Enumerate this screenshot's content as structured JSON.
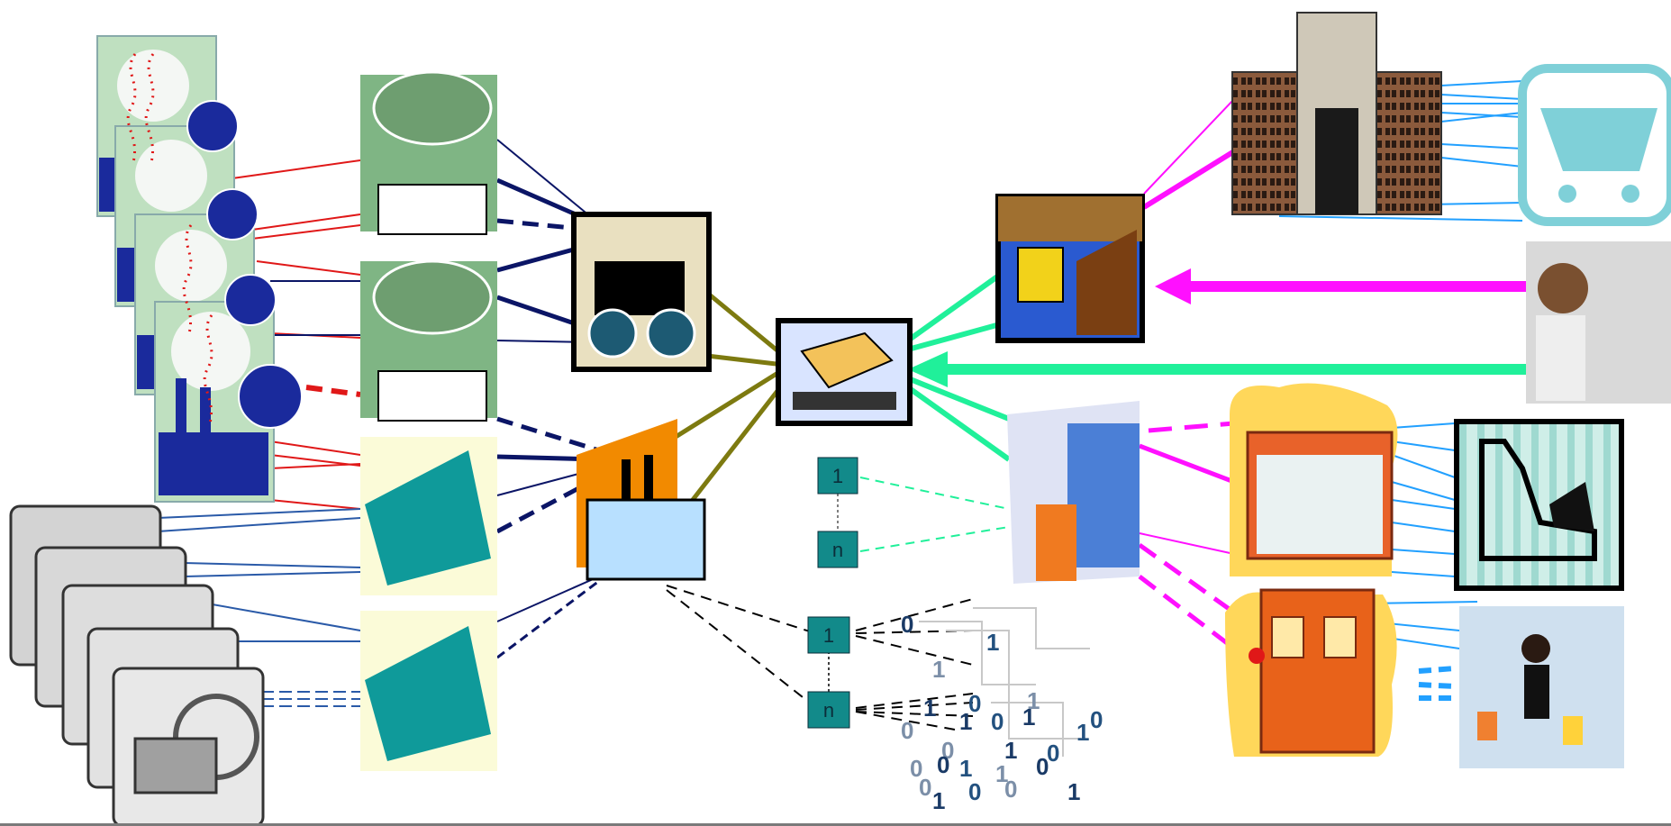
{
  "corner_text": "",
  "cardinality_top": {
    "one": "1",
    "many": "n"
  },
  "cardinality_bottom": {
    "one": "1",
    "many": "n"
  },
  "digits": [
    "0",
    "1",
    "1",
    "1",
    "0",
    "1",
    "1",
    "0",
    "0",
    "1",
    "0",
    "0",
    "1",
    "1",
    "0",
    "0",
    "1",
    "1",
    "0",
    "0",
    "0",
    "1",
    "0",
    "0",
    "1"
  ],
  "colors": {
    "supplier_link": "#e01818",
    "factory_link": "#0b1566",
    "steel_link": "#2a5aa8",
    "manufacturer_link": "#7d7a10",
    "warehouse_link": "#20f09a",
    "retail_link": "#ff10ff",
    "customer_link": "#22a0ff",
    "cardinality_box": "#128a8a"
  },
  "icons": [
    "globe-icon",
    "factory-smoke-icon",
    "factory-gears-icon",
    "factory-building-icon",
    "package-conveyor-icon",
    "forklift-icon",
    "warehouse-icon",
    "department-store-icon",
    "shopping-cart-icon",
    "customer-icon",
    "toy-store-icon",
    "paint-store-icon",
    "cash-register-icon",
    "shopper-icon",
    "steam-engine-icon"
  ]
}
